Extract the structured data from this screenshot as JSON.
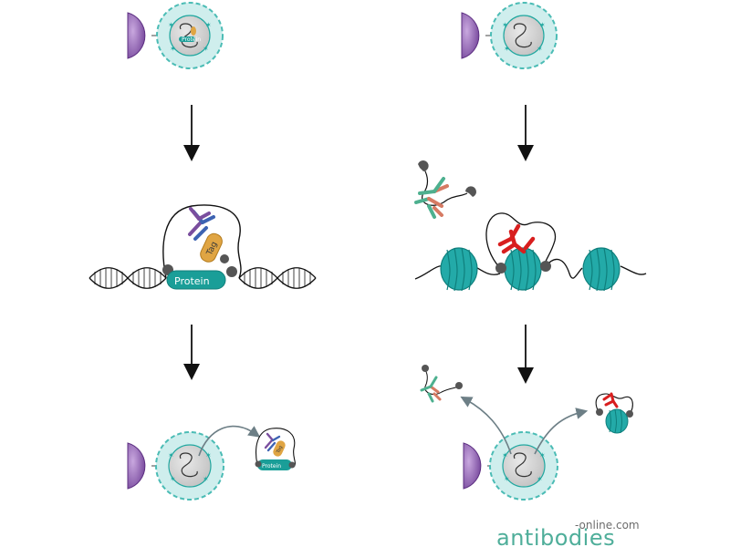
{
  "labels": {
    "protein": "Protein",
    "tag": "Tag"
  },
  "brand": {
    "name": "antibodies",
    "suffix": "-online.com"
  },
  "colors": {
    "bead_outline": "#4bbcb5",
    "bead_fill": "#cfeeed",
    "cell_inner": "#c8c8c8",
    "magnet": "#8a5cab",
    "teal": "#1a9e98",
    "nucleosome": "#23aaa8",
    "antibody_red": "#d81e1e",
    "antibody_green": "#4db08f",
    "antibody_purple": "#7a4e9e",
    "tag_orange": "#e0a543",
    "dark_grey": "#555555",
    "brand_green": "#4fae9a"
  }
}
